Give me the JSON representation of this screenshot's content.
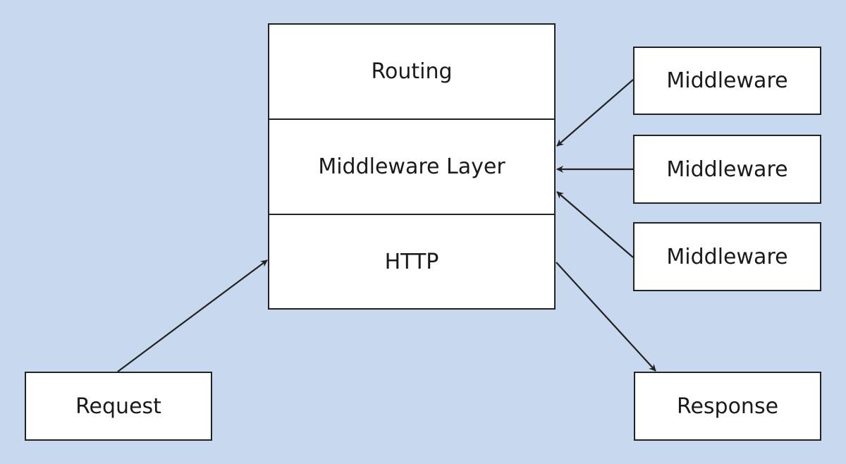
{
  "stack": {
    "layers": [
      {
        "label": "Routing"
      },
      {
        "label": "Middleware Layer"
      },
      {
        "label": "HTTP"
      }
    ]
  },
  "middlewares": [
    {
      "label": "Middleware"
    },
    {
      "label": "Middleware"
    },
    {
      "label": "Middleware"
    }
  ],
  "request": {
    "label": "Request"
  },
  "response": {
    "label": "Response"
  },
  "colors": {
    "background": "#c8d8ef",
    "box_fill": "#ffffff",
    "stroke": "#222222"
  }
}
